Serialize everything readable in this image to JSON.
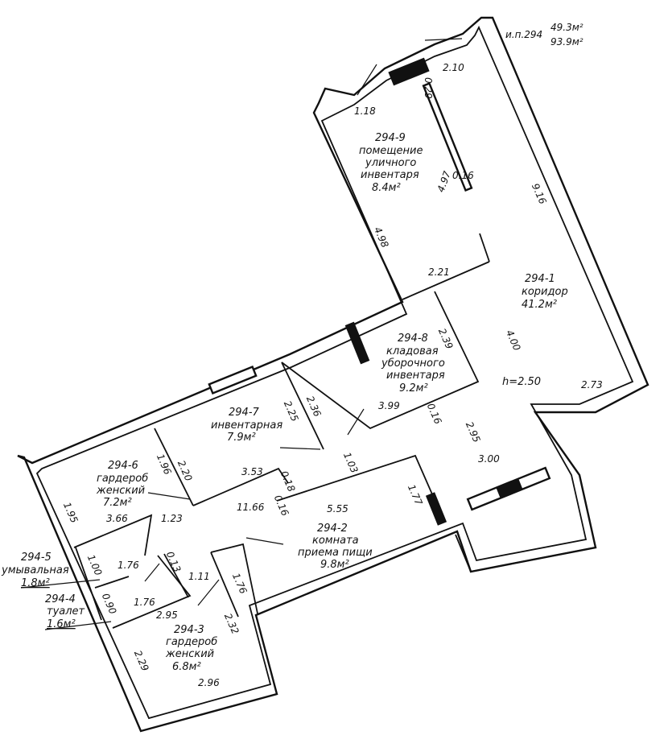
{
  "header": {
    "code": "и.п.294",
    "area_main": "49.3м²",
    "area_total": "93.9м²"
  },
  "rooms": [
    {
      "id": "294-1",
      "name_lines": [
        "коридор"
      ],
      "area": "41.2м²"
    },
    {
      "id": "294-2",
      "name_lines": [
        "комната",
        "приема пищи"
      ],
      "area": "9.8м²"
    },
    {
      "id": "294-3",
      "name_lines": [
        "гардероб",
        "женский"
      ],
      "area": "6.8м²"
    },
    {
      "id": "294-4",
      "name_lines": [
        "туалет"
      ],
      "area": "1.6м²"
    },
    {
      "id": "294-5",
      "name_lines": [
        "умывальная"
      ],
      "area": "1.8м²"
    },
    {
      "id": "294-6",
      "name_lines": [
        "гардероб",
        "женский"
      ],
      "area": "7.2м²"
    },
    {
      "id": "294-7",
      "name_lines": [
        "инвентарная"
      ],
      "area": "7.9м²"
    },
    {
      "id": "294-8",
      "name_lines": [
        "кладовая",
        "уборочного",
        "инвентаря"
      ],
      "area": "9.2м²"
    },
    {
      "id": "294-9",
      "name_lines": [
        "помещение",
        "уличного",
        "инвентаря"
      ],
      "area": "8.4м²"
    }
  ],
  "ceiling_height": "h=2.50",
  "dimensions": [
    "2.10",
    "0.29",
    "1.18",
    "4.97",
    "0.16",
    "9.16",
    "4.98",
    "2.21",
    "2.39",
    "4.00",
    "3.99",
    "0.16",
    "2.73",
    "2.36",
    "2.25",
    "2.95",
    "3.00",
    "1.03",
    "2.20",
    "1.96",
    "3.53",
    "0.18",
    "0.16",
    "11.66",
    "5.55",
    "1.77",
    "1.95",
    "3.66",
    "1.23",
    "1.00",
    "1.76",
    "0.13",
    "1.11",
    "1.76",
    "0.90",
    "1.76",
    "2.95",
    "2.32",
    "2.29",
    "2.96"
  ]
}
